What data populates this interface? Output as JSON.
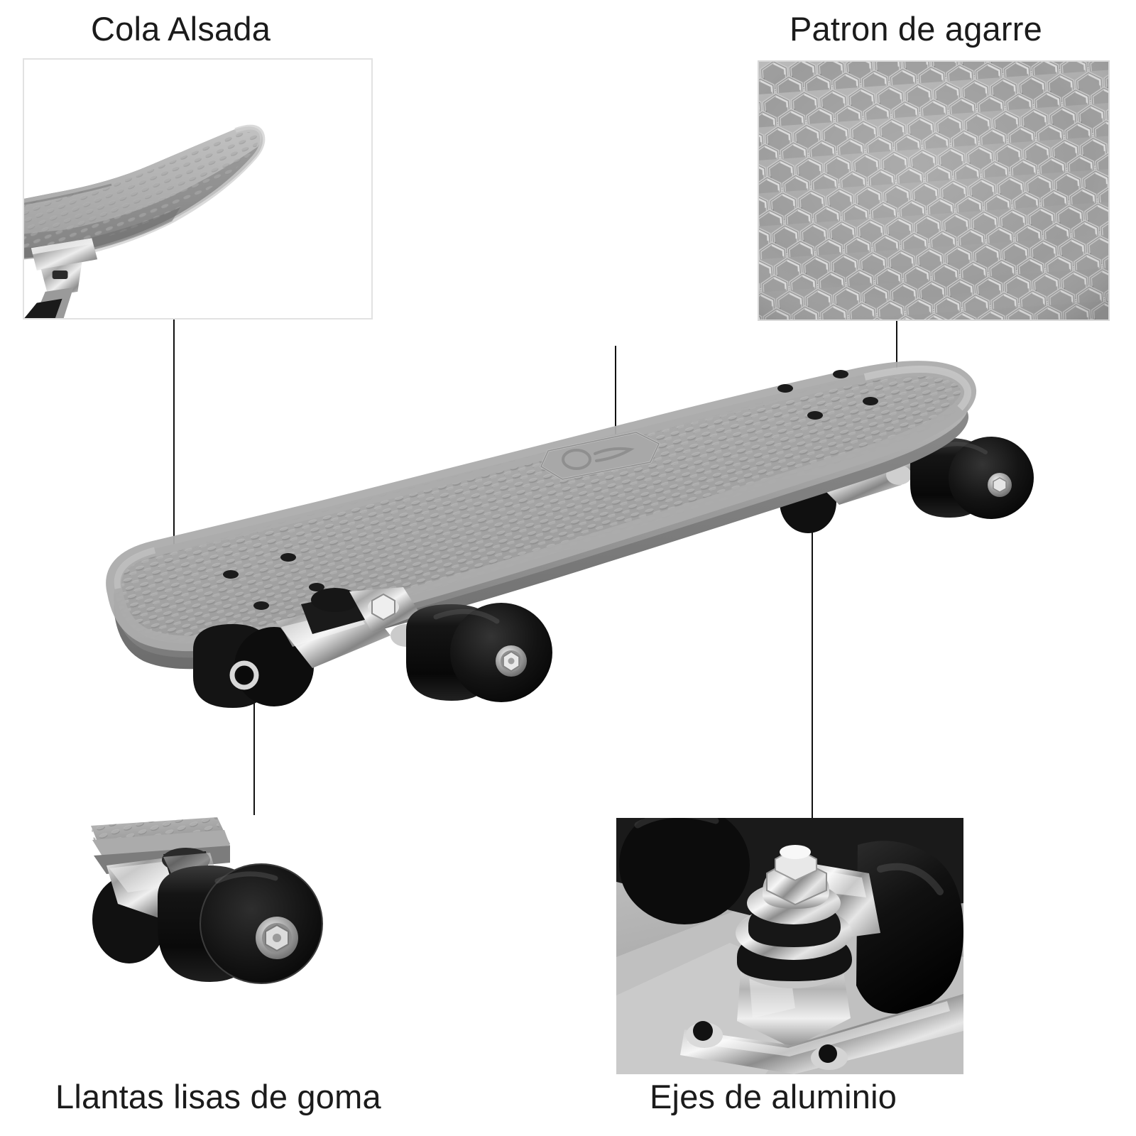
{
  "page": {
    "title": "Skateboard cruiser - caracteristicas del producto",
    "background_color": "#ffffff",
    "text_color": "#1b1b1b",
    "deck_color": "#9e9e9e",
    "wheel_color": "#141414",
    "truck_color": "#c9c9c9",
    "leader_line_color": "#111111",
    "panel_border_color": "#e2e2e2"
  },
  "features": [
    {
      "id": "raised-tail",
      "caption": "Cola Alsada",
      "position": "top-left",
      "photo": "raised-tail-closeup",
      "photo_alt": "Primer plano de la cola alsada del monopatin"
    },
    {
      "id": "grip-pattern",
      "caption": "Patron de agarre",
      "position": "top-right",
      "photo": "honeycomb-grip-closeup",
      "photo_alt": "Primer plano del patron de agarre hexagonal"
    },
    {
      "id": "rubber-wheels",
      "caption": "Llantas lisas de goma",
      "position": "bottom-left",
      "photo": "wheel-closeup",
      "photo_alt": "Primer plano de la llanta lisa de goma"
    },
    {
      "id": "aluminium-trucks",
      "caption": "Ejes de aluminio",
      "position": "bottom-right",
      "photo": "truck-closeup",
      "photo_alt": "Primer plano del eje de aluminio"
    }
  ],
  "hero": {
    "product": "Monopatin cruiser de plastico",
    "alt": "Monopatin gris en vista tres cuartos con ruedas negras y ejes cromados",
    "deck_logo": "embossed-brand-plate",
    "mounting_holes": 8,
    "wheel_count": 4
  }
}
